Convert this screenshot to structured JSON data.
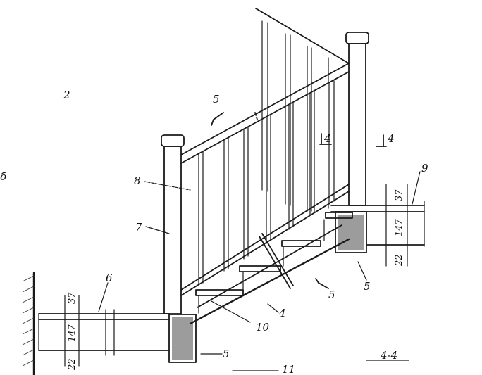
{
  "drawing": {
    "view_label": "4-4",
    "callouts": {
      "c2": "2",
      "c4": "4",
      "c5": "5",
      "c6": "6",
      "c7": "7",
      "c8": "8",
      "c9": "9",
      "c10": "10",
      "c11": "11"
    },
    "section_marks": {
      "top4a": "4",
      "top4b": "4",
      "cut5top": "5",
      "cut5bottom": "5"
    },
    "left_dims": {
      "d37": "37",
      "d147": "147",
      "d22": "22"
    },
    "right_dims": {
      "d37": "37",
      "d147": "147",
      "d22": "22"
    },
    "edge_fragment_left": "б"
  }
}
